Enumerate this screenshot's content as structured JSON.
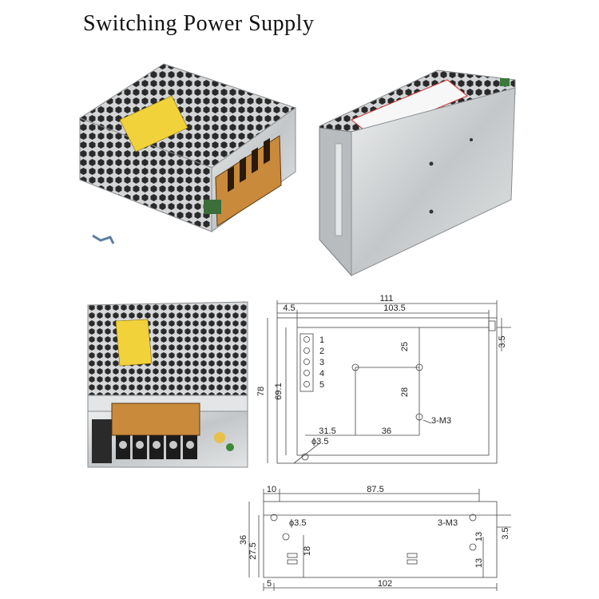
{
  "title": "Switching Power Supply",
  "top_view": {
    "width": "111",
    "inner_width": "103.5",
    "left_offset": "4.5",
    "right_offset": "3.5",
    "height": "78",
    "inner_height": "69.1",
    "hole_v1": "25",
    "hole_v2": "28",
    "hole_h1": "31.5",
    "hole_h2": "36",
    "hole_dia": "ϕ3.5",
    "screw": "3-M3",
    "terminals": [
      "1",
      "2",
      "3",
      "4",
      "5"
    ]
  },
  "side_view": {
    "left_offset": "10",
    "top_width": "87.5",
    "hole_dia": "ϕ3.5",
    "screw": "3-M3",
    "height": "36",
    "inner_height": "27.5",
    "hole_v": "18",
    "right_offset": "3.5",
    "right_v1": "13",
    "right_v2": "13",
    "bottom_left": "5",
    "bottom_width": "102"
  },
  "colors": {
    "metal": "#c9cbcd",
    "terminal": "#c98a3c",
    "label": "#f2d23a",
    "line": "#444444"
  }
}
